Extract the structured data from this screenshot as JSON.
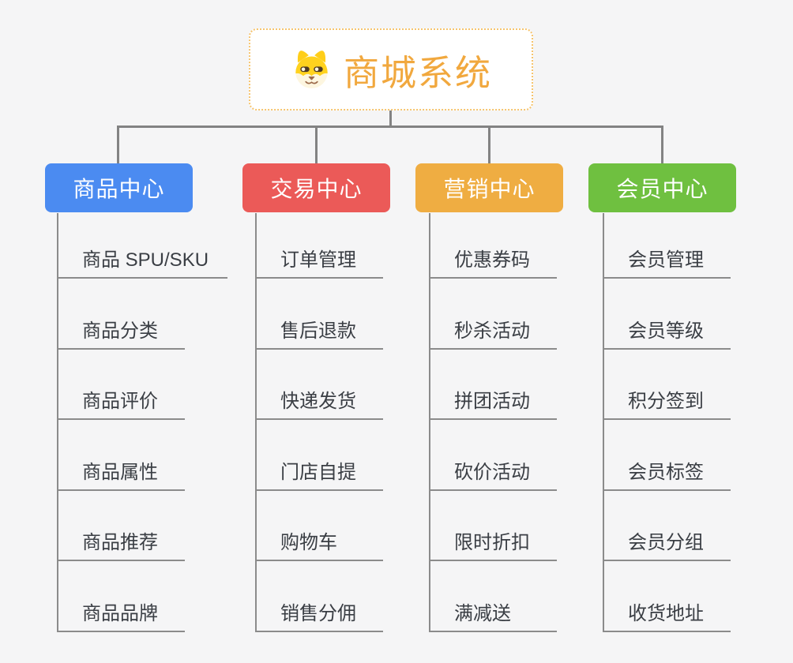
{
  "root": {
    "title": "商城系统",
    "icon": "shiba-dog-icon",
    "border_color": "#f6c46e",
    "title_color": "#f1a83e"
  },
  "connector_color": "#838383",
  "child_text_color": "#3a3e44",
  "background_color": "#f5f5f6",
  "branches": [
    {
      "label": "商品中心",
      "color": "#4b8bf1",
      "children": [
        "商品 SPU/SKU",
        "商品分类",
        "商品评价",
        "商品属性",
        "商品推荐",
        "商品品牌"
      ]
    },
    {
      "label": "交易中心",
      "color": "#eb5a58",
      "children": [
        "订单管理",
        "售后退款",
        "快递发货",
        "门店自提",
        "购物车",
        "销售分佣"
      ]
    },
    {
      "label": "营销中心",
      "color": "#efad42",
      "children": [
        "优惠券码",
        "秒杀活动",
        "拼团活动",
        "砍价活动",
        "限时折扣",
        "满减送"
      ]
    },
    {
      "label": "会员中心",
      "color": "#6fc040",
      "children": [
        "会员管理",
        "会员等级",
        "积分签到",
        "会员标签",
        "会员分组",
        "收货地址"
      ]
    }
  ]
}
